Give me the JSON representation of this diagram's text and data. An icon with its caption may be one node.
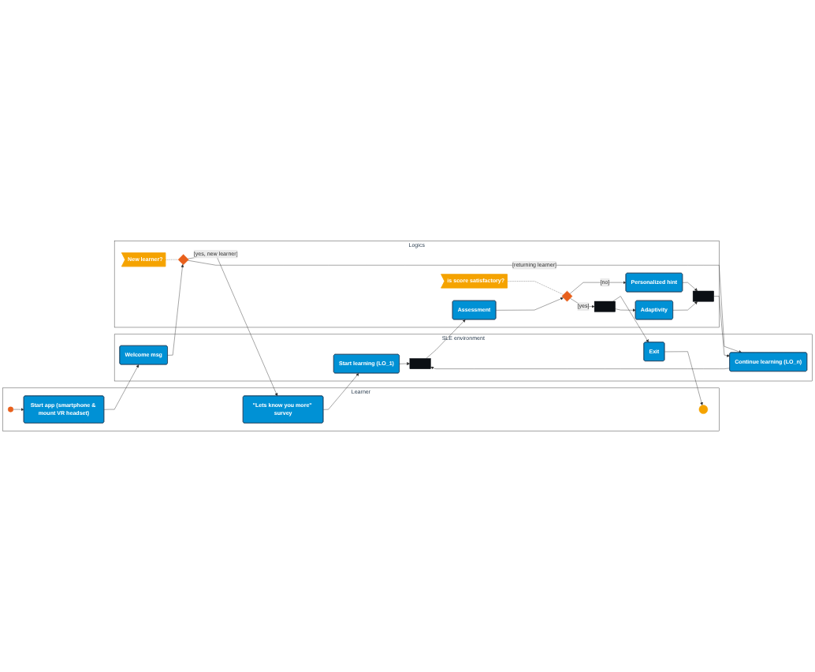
{
  "diagram": {
    "nodes": [
      {
        "text": [
          "Learner"
        ]
      },
      {
        "text": [
          "SLE environment"
        ]
      },
      {
        "text": [
          "Logics"
        ]
      },
      {
        "text": [],
        "shape": "circle",
        "in": 0
      },
      {
        "text": [
          "Start app (smartphone & mount VR headset)"
        ],
        "in": 0
      },
      {
        "text": [
          "\"Lets know you more\" survey"
        ],
        "in": 0
      },
      {
        "text": [],
        "shape": "bullseye",
        "in": 0
      },
      {
        "text": [
          "Welcome msg"
        ],
        "in": 1
      },
      {
        "text": [
          "Continue learning (LO_n)"
        ],
        "in": 1
      },
      {
        "text": [
          "Start learning (LO_1)"
        ],
        "in": 1
      },
      {
        "text": [
          "Exit"
        ],
        "in": 1
      },
      {
        "text": [],
        "shape": "bar",
        "in": 1
      },
      {
        "text": [],
        "shape": "diamond",
        "in": 2
      },
      {
        "text": [
          "New learner?"
        ],
        "in": 2
      },
      {
        "text": [],
        "shape": "bar",
        "in": 2
      },
      {
        "text": [
          "Personalized hint"
        ],
        "in": 2
      },
      {
        "text": [
          "Assessment"
        ],
        "in": 2
      },
      {
        "text": [],
        "shape": "diamond",
        "in": 2
      },
      {
        "text": [
          "is score satisfactory?"
        ],
        "in": 2
      },
      {
        "text": [],
        "shape": "bar",
        "in": 2
      },
      {
        "text": [
          "Adaptivity"
        ],
        "in": 2
      }
    ],
    "edges": [
      {
        "from": 3,
        "to": 4,
        "arrow": "to"
      },
      {
        "from": 4,
        "to": 7,
        "arrow": "to"
      },
      {
        "from": 7,
        "to": 12,
        "arrow": "to"
      },
      {
        "from": 12,
        "to": 5,
        "arrow": "to",
        "label": "[yes, new learner]"
      },
      {
        "from": 12,
        "to": 8,
        "arrow": "to",
        "label": "[returning learner]"
      },
      {
        "from": 13,
        "to": 12,
        "arrow": "none",
        "style": "dashed"
      },
      {
        "from": 14,
        "to": 8,
        "arrow": "to"
      },
      {
        "from": 15,
        "to": 14,
        "arrow": "to"
      },
      {
        "from": 5,
        "to": 9,
        "arrow": "to"
      },
      {
        "from": 8,
        "to": 11,
        "arrow": "to"
      },
      {
        "from": 9,
        "to": 11,
        "arrow": "to"
      },
      {
        "from": 11,
        "to": 16,
        "arrow": "to"
      },
      {
        "from": 16,
        "to": 17,
        "arrow": "to"
      },
      {
        "from": 17,
        "to": 15,
        "arrow": "to",
        "label": "[no]"
      },
      {
        "from": 18,
        "to": 17,
        "arrow": "none",
        "style": "dashed"
      },
      {
        "from": 17,
        "to": 19,
        "arrow": "to",
        "label": "[yes]"
      },
      {
        "from": 19,
        "to": 10,
        "arrow": "to"
      },
      {
        "from": 19,
        "to": 20,
        "arrow": "to"
      },
      {
        "from": 20,
        "to": 14,
        "arrow": "to"
      },
      {
        "from": 10,
        "to": 6,
        "arrow": "to"
      }
    ]
  }
}
